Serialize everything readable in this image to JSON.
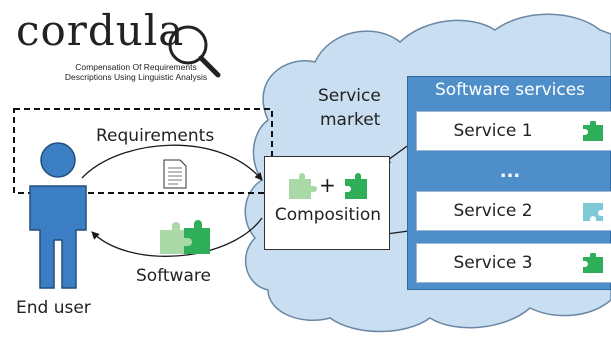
{
  "logo": {
    "word": "cordula",
    "subtitle_line1": "Compensation Of Requirements",
    "subtitle_line2": "Descriptions Using Linguistic Analysis"
  },
  "labels": {
    "service_market_line1": "Service",
    "service_market_line2": "market",
    "requirements": "Requirements",
    "software": "Software",
    "end_user": "End user",
    "composition": "Composition",
    "plus": "+"
  },
  "software_services": {
    "title": "Software services",
    "ellipsis": "...",
    "services": [
      {
        "label": "Service 1",
        "icon": "puzzle-piece-icon",
        "color": "#2fae5a"
      },
      {
        "label": "Service 2",
        "icon": "puzzle-piece-icon",
        "color": "#7ec9d6"
      },
      {
        "label": "Service 3",
        "icon": "puzzle-piece-icon",
        "color": "#2fae5a"
      }
    ]
  },
  "colors": {
    "cloud_fill": "#c9def0",
    "cloud_stroke": "#6a87a3",
    "panel_fill": "#4f8fc9",
    "user_fill": "#3b7ec3",
    "puzzle_green": "#2fae5a",
    "puzzle_light": "#a8d9a7",
    "puzzle_cyan": "#7ec9d6"
  }
}
